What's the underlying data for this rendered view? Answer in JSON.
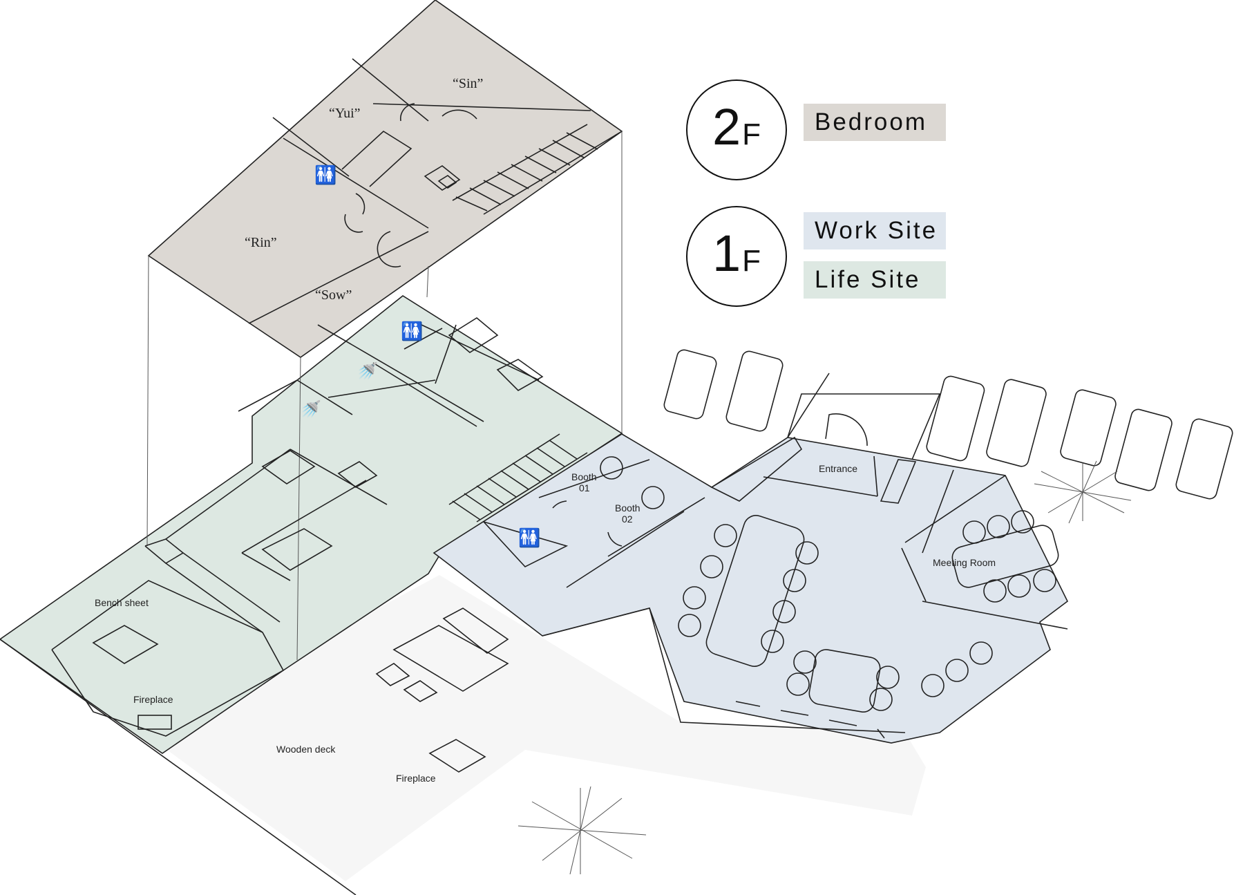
{
  "colors": {
    "bedroom": "#dcd8d3",
    "work_site": "#dfe6ee",
    "life_site": "#dde8e2",
    "deck": "#f6f6f6",
    "line": "#222222"
  },
  "legend": {
    "floor2": {
      "number": "2",
      "letter": "F",
      "items": [
        {
          "label": "Bedroom",
          "color": "#dcd8d3"
        }
      ]
    },
    "floor1": {
      "number": "1",
      "letter": "F",
      "items": [
        {
          "label": "Work Site",
          "color": "#dfe6ee"
        },
        {
          "label": "Life Site",
          "color": "#dde8e2"
        }
      ]
    }
  },
  "floor2_rooms": [
    "“Sin”",
    "“Yui”",
    "“Rin”",
    "“Sow”"
  ],
  "floor1_labels": {
    "booth01_line1": "Booth",
    "booth01_line2": "01",
    "booth02_line1": "Booth",
    "booth02_line2": "02",
    "entrance": "Entrance",
    "meeting_room": "Meeting Room",
    "bench_sheet": "Bench sheet",
    "fireplace_inside": "Fireplace",
    "wooden_deck": "Wooden deck",
    "fireplace_deck": "Fireplace"
  },
  "icons": [
    "restroom-icon",
    "shower-icon",
    "car-icon",
    "plant-icon",
    "staircase-icon"
  ]
}
